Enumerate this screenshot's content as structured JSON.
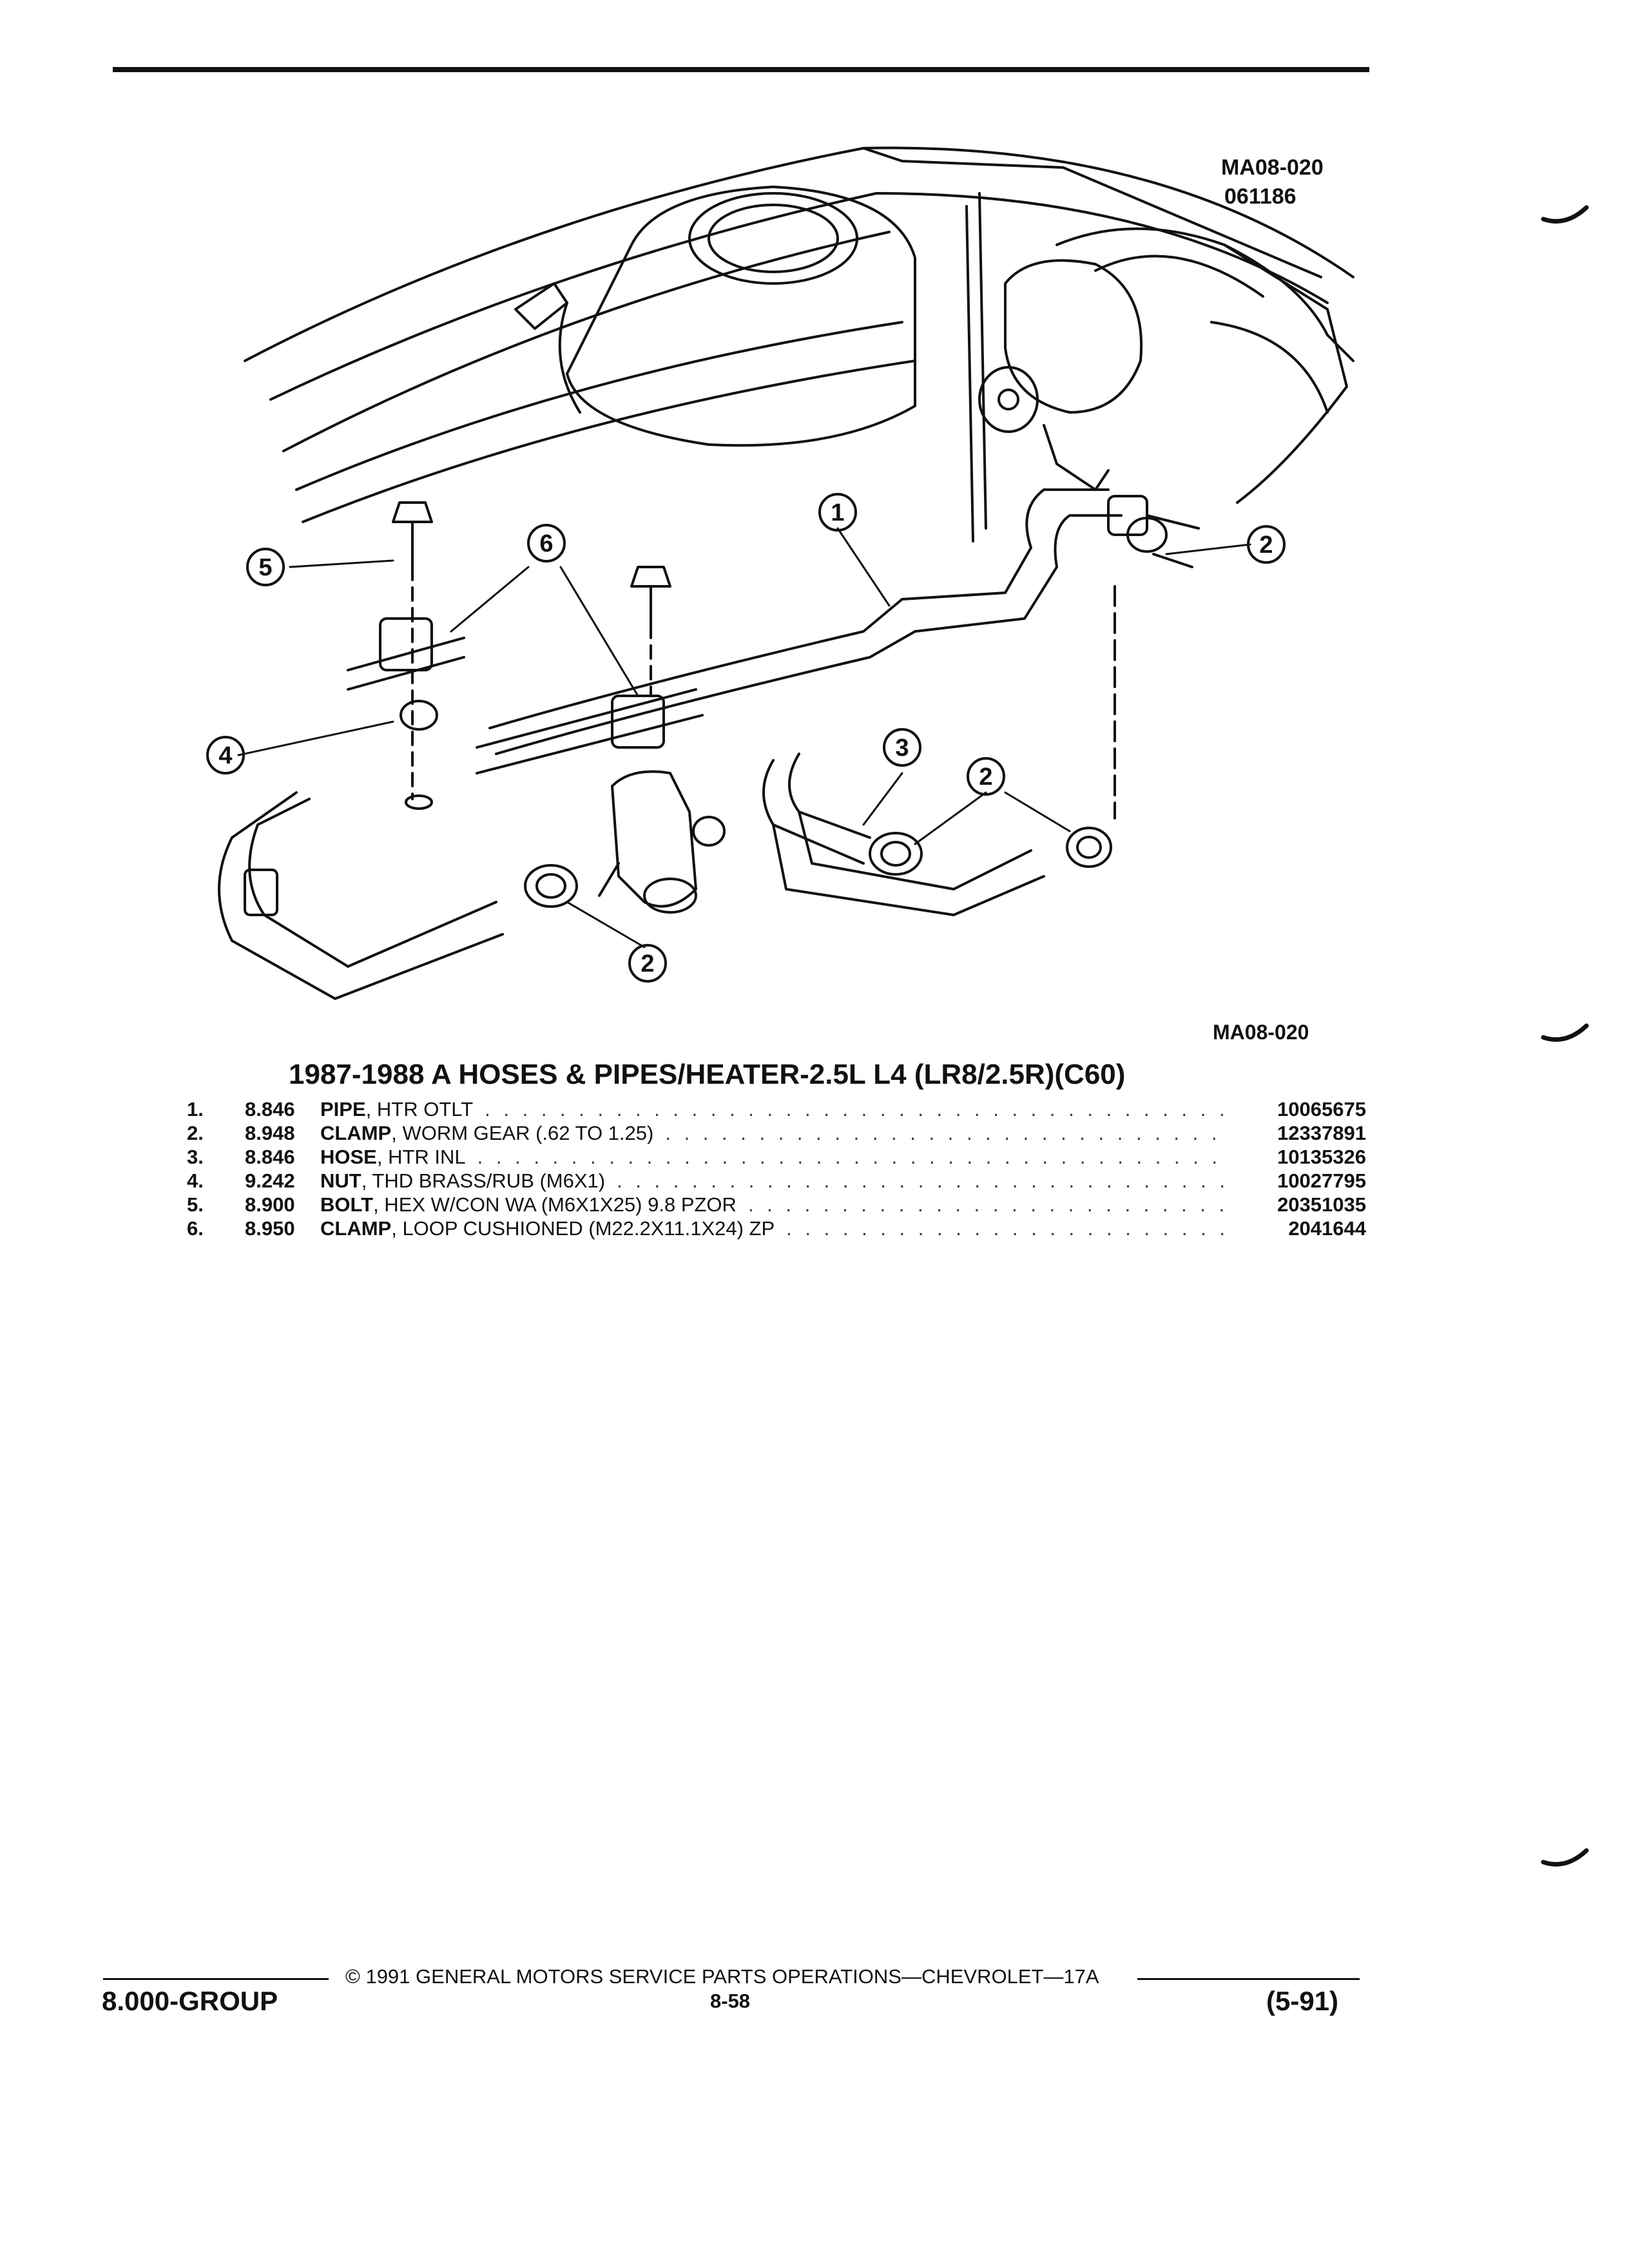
{
  "header": {
    "ref_code": "MA08-020",
    "date_code": "061186"
  },
  "diagram": {
    "figure_id": "MA08-020",
    "callouts": [
      "1",
      "2",
      "2",
      "2",
      "3",
      "4",
      "5",
      "6"
    ]
  },
  "title": "1987-1988 A HOSES & PIPES/HEATER-2.5L L4 (LR8/2.5R)(C60)",
  "parts": [
    {
      "num": "1.",
      "group": "8.846",
      "name": "PIPE",
      "detail": ", HTR OTLT",
      "part_no": "10065675"
    },
    {
      "num": "2.",
      "group": "8.948",
      "name": "CLAMP",
      "detail": ", WORM GEAR (.62 TO 1.25)",
      "part_no": "12337891"
    },
    {
      "num": "3.",
      "group": "8.846",
      "name": "HOSE",
      "detail": ", HTR INL",
      "part_no": "10135326"
    },
    {
      "num": "4.",
      "group": "9.242",
      "name": "NUT",
      "detail": ", THD BRASS/RUB (M6X1)",
      "part_no": "10027795"
    },
    {
      "num": "5.",
      "group": "8.900",
      "name": "BOLT",
      "detail": ", HEX W/CON WA (M6X1X25) 9.8 PZOR",
      "part_no": "20351035"
    },
    {
      "num": "6.",
      "group": "8.950",
      "name": "CLAMP",
      "detail": ", LOOP CUSHIONED (M22.2X11.1X24) ZP",
      "part_no": "2041644"
    }
  ],
  "footer": {
    "copyright": "© 1991 GENERAL MOTORS SERVICE PARTS OPERATIONS—CHEVROLET—17A",
    "group": "8.000-GROUP",
    "page": "8-58",
    "revision": "(5-91)"
  }
}
